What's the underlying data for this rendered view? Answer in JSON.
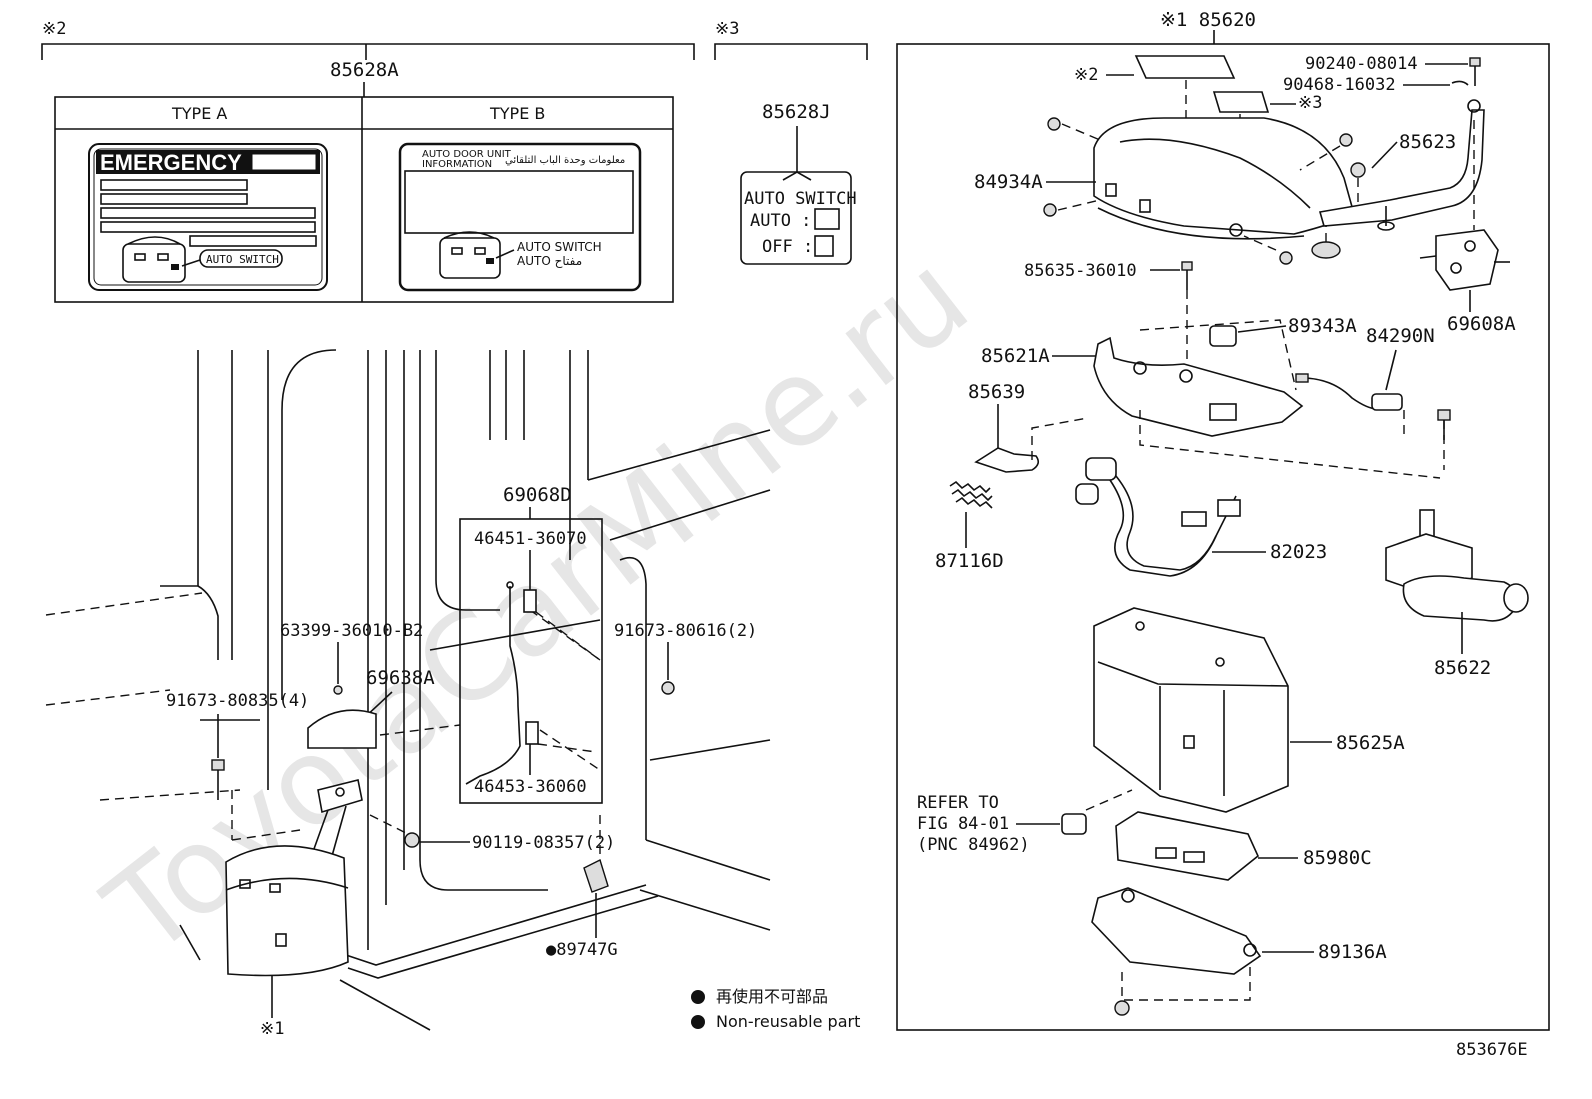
{
  "watermark": "ToyotaCarMine.ru",
  "figure_id": "853676E",
  "brackets": {
    "ref2": "※2",
    "ref3": "※3",
    "ref1_top": "※1 85620"
  },
  "label_85628A": {
    "part": "85628A",
    "type_a": "TYPE A",
    "type_b": "TYPE B",
    "emergency": "EMERGENCY",
    "auto_switch": "AUTO SWITCH",
    "typeb_header_left1": "AUTO DOOR UNIT",
    "typeb_header_left2": "INFORMATION",
    "typeb_header_right": "معلومات وحدة الباب التلقائي",
    "typeb_auto_switch": "AUTO SWITCH",
    "typeb_auto": "AUTO مفتاح"
  },
  "label_85628J": {
    "part": "85628J",
    "line1": "AUTO SWITCH",
    "line2": "AUTO :",
    "line3": "OFF :"
  },
  "left_parts": {
    "p69068D": "69068D",
    "p46451": "46451-36070",
    "p46453": "46453-36060",
    "p63399": "63399-36010-B2",
    "p69638A": "69638A",
    "p91673_835": "91673-80835(4)",
    "p91673_616": "91673-80616(2)",
    "p90119": "90119-08357(2)",
    "p89747G": "●89747G",
    "ref1_bottom": "※1"
  },
  "right_parts": {
    "p90240": "90240-08014",
    "p90468": "90468-16032",
    "ref2": "※2",
    "ref3": "※3",
    "p85623": "85623",
    "p84934A": "84934A",
    "p85635": "85635-36010",
    "p89343A": "89343A",
    "p84290N": "84290N",
    "p69608A": "69608A",
    "p85621A": "85621A",
    "p85639": "85639",
    "p87116D": "87116D",
    "p82023": "82023",
    "p85622": "85622",
    "p85625A": "85625A",
    "refer1": "REFER TO",
    "refer2": "FIG 84-01",
    "refer3": "(PNC 84962)",
    "p85980C": "85980C",
    "p89136A": "89136A"
  },
  "legend": {
    "jp": "再使用不可部品",
    "en": "Non-reusable part"
  }
}
